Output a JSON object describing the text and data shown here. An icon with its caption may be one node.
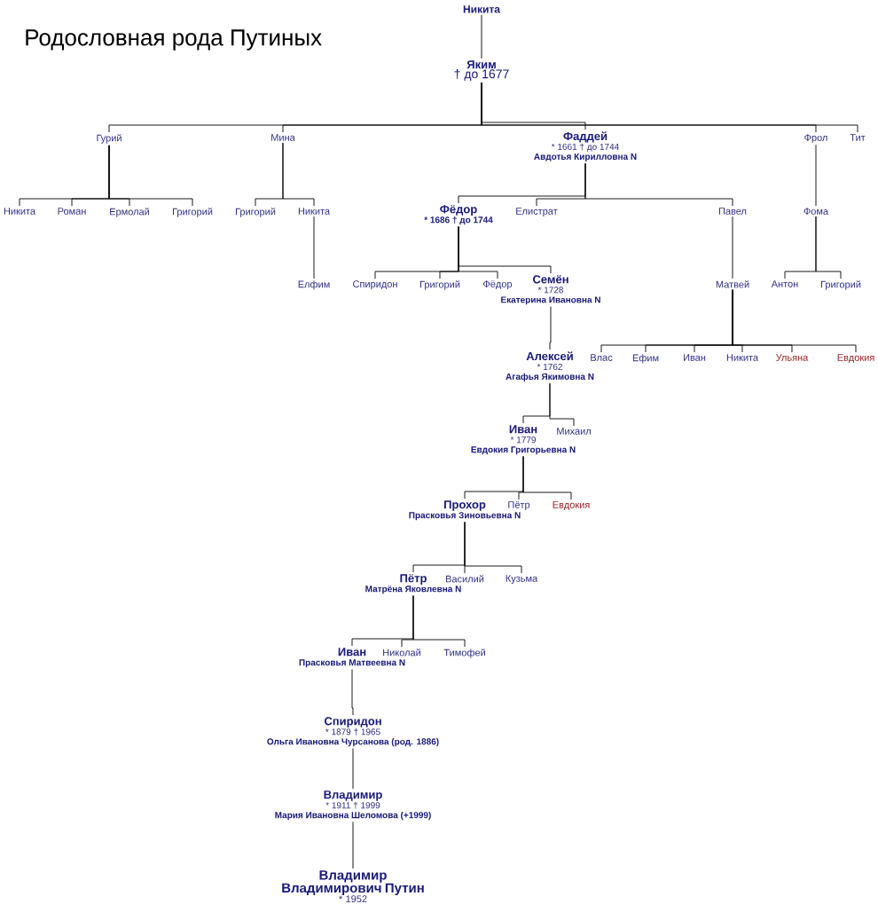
{
  "diagram": {
    "title": "Родословная рода Путиных",
    "nodes": [
      {
        "text": [
          "Никита"
        ]
      },
      {
        "text": [
          "Яким",
          "† до 1677"
        ]
      },
      {
        "text": [
          "Гурий"
        ]
      },
      {
        "text": [
          "Мина"
        ]
      },
      {
        "text": [
          "Фаддей",
          "* 1661 † до 1744",
          "Авдотья Кирилловна N"
        ]
      },
      {
        "text": [
          "Фрол"
        ]
      },
      {
        "text": [
          "Тит"
        ]
      },
      {
        "text": [
          "Никита"
        ]
      },
      {
        "text": [
          "Роман"
        ]
      },
      {
        "text": [
          "Ермолай"
        ]
      },
      {
        "text": [
          "Григорий"
        ]
      },
      {
        "text": [
          "Григорий"
        ]
      },
      {
        "text": [
          "Никита"
        ]
      },
      {
        "text": [
          "Фёдор",
          "* 1686 † до 1744"
        ]
      },
      {
        "text": [
          "Елистрат"
        ]
      },
      {
        "text": [
          "Павел"
        ]
      },
      {
        "text": [
          "Фома"
        ]
      },
      {
        "text": [
          "Елфим"
        ]
      },
      {
        "text": [
          "Спиридон"
        ]
      },
      {
        "text": [
          "Григорий"
        ]
      },
      {
        "text": [
          "Фёдор"
        ]
      },
      {
        "text": [
          "Семён",
          "* 1728",
          "Екатерина Ивановна N"
        ]
      },
      {
        "text": [
          "Матвей"
        ]
      },
      {
        "text": [
          "Антон"
        ]
      },
      {
        "text": [
          "Григорий"
        ]
      },
      {
        "text": [
          "Алексей",
          "* 1762",
          "Агафья Якимовна N"
        ]
      },
      {
        "text": [
          "Влас"
        ]
      },
      {
        "text": [
          "Ефим"
        ]
      },
      {
        "text": [
          "Иван"
        ]
      },
      {
        "text": [
          "Никита"
        ]
      },
      {
        "text": [
          "Ульяна"
        ]
      },
      {
        "text": [
          "Евдокия"
        ]
      },
      {
        "text": [
          "Иван",
          "* 1779",
          "Евдокия Григорьевна N"
        ]
      },
      {
        "text": [
          "Михаил"
        ]
      },
      {
        "text": [
          "Прохор",
          "Прасковья Зиновьевна N"
        ]
      },
      {
        "text": [
          "Пётр"
        ]
      },
      {
        "text": [
          "Евдокия"
        ]
      },
      {
        "text": [
          "Пётр",
          "Матрёна Яковлевна N"
        ]
      },
      {
        "text": [
          "Василий"
        ]
      },
      {
        "text": [
          "Кузьма"
        ]
      },
      {
        "text": [
          "Иван",
          "Прасковья Матвеевна N"
        ]
      },
      {
        "text": [
          "Николай"
        ]
      },
      {
        "text": [
          "Тимофей"
        ]
      },
      {
        "text": [
          "Спиридон",
          "* 1879 † 1965",
          "Ольга Ивановна Чурсанова (род. 1886)"
        ]
      },
      {
        "text": [
          "Владимир",
          "* 1911 † 1999",
          "Мария Ивановна Шеломова (+1999)"
        ]
      },
      {
        "text": [
          "Владимир Владимирович Путин",
          "* 1952"
        ]
      }
    ],
    "edges": [
      {
        "from": 0,
        "to": 1,
        "arrow": "none"
      },
      {
        "from": 1,
        "to": 2,
        "arrow": "none"
      },
      {
        "from": 1,
        "to": 3,
        "arrow": "none"
      },
      {
        "from": 1,
        "to": 4,
        "arrow": "none"
      },
      {
        "from": 1,
        "to": 5,
        "arrow": "none"
      },
      {
        "from": 1,
        "to": 6,
        "arrow": "none"
      },
      {
        "from": 2,
        "to": 7,
        "arrow": "none"
      },
      {
        "from": 2,
        "to": 8,
        "arrow": "none"
      },
      {
        "from": 2,
        "to": 9,
        "arrow": "none"
      },
      {
        "from": 2,
        "to": 10,
        "arrow": "none"
      },
      {
        "from": 3,
        "to": 11,
        "arrow": "none"
      },
      {
        "from": 3,
        "to": 12,
        "arrow": "none"
      },
      {
        "from": 4,
        "to": 13,
        "arrow": "none"
      },
      {
        "from": 4,
        "to": 14,
        "arrow": "none"
      },
      {
        "from": 4,
        "to": 15,
        "arrow": "none"
      },
      {
        "from": 5,
        "to": 16,
        "arrow": "none"
      },
      {
        "from": 12,
        "to": 17,
        "arrow": "none"
      },
      {
        "from": 13,
        "to": 18,
        "arrow": "none"
      },
      {
        "from": 13,
        "to": 19,
        "arrow": "none"
      },
      {
        "from": 13,
        "to": 20,
        "arrow": "none"
      },
      {
        "from": 13,
        "to": 21,
        "arrow": "none"
      },
      {
        "from": 15,
        "to": 22,
        "arrow": "none"
      },
      {
        "from": 16,
        "to": 23,
        "arrow": "none"
      },
      {
        "from": 16,
        "to": 24,
        "arrow": "none"
      },
      {
        "from": 21,
        "to": 25,
        "arrow": "none"
      },
      {
        "from": 22,
        "to": 26,
        "arrow": "none"
      },
      {
        "from": 22,
        "to": 27,
        "arrow": "none"
      },
      {
        "from": 22,
        "to": 28,
        "arrow": "none"
      },
      {
        "from": 22,
        "to": 29,
        "arrow": "none"
      },
      {
        "from": 22,
        "to": 30,
        "arrow": "none"
      },
      {
        "from": 22,
        "to": 31,
        "arrow": "none"
      },
      {
        "from": 25,
        "to": 32,
        "arrow": "none"
      },
      {
        "from": 25,
        "to": 33,
        "arrow": "none"
      },
      {
        "from": 32,
        "to": 34,
        "arrow": "none"
      },
      {
        "from": 32,
        "to": 35,
        "arrow": "none"
      },
      {
        "from": 32,
        "to": 36,
        "arrow": "none"
      },
      {
        "from": 34,
        "to": 37,
        "arrow": "none"
      },
      {
        "from": 34,
        "to": 38,
        "arrow": "none"
      },
      {
        "from": 34,
        "to": 39,
        "arrow": "none"
      },
      {
        "from": 37,
        "to": 40,
        "arrow": "none"
      },
      {
        "from": 37,
        "to": 41,
        "arrow": "none"
      },
      {
        "from": 37,
        "to": 42,
        "arrow": "none"
      },
      {
        "from": 40,
        "to": 43,
        "arrow": "none"
      },
      {
        "from": 43,
        "to": 44,
        "arrow": "none"
      },
      {
        "from": 44,
        "to": 45,
        "arrow": "none"
      }
    ]
  }
}
